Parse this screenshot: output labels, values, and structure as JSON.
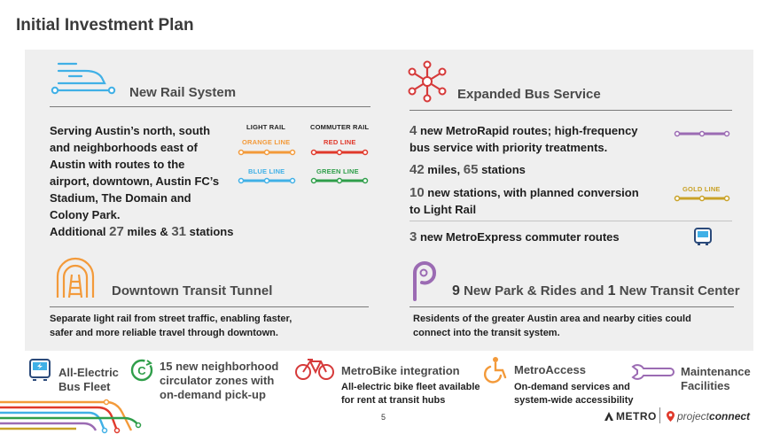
{
  "page": {
    "title": "Initial Investment Plan",
    "number": "5"
  },
  "colors": {
    "orange": "#f39a3a",
    "red": "#e0392b",
    "blue": "#40b0e6",
    "green": "#2f9e4a",
    "purple": "#9b6bb3",
    "gold": "#c9a227",
    "bus_red": "#d63a3a"
  },
  "rail": {
    "title": "New Rail System",
    "desc_lines": [
      "Serving Austin’s north, south",
      "and neighborhoods east of",
      "Austin with routes to the",
      "airport, downtown, Austin FC’s",
      "Stadium, The Domain and",
      "Colony Park."
    ],
    "additional_prefix": "Additional ",
    "miles": "27",
    "miles_suffix": " miles & ",
    "stations": "31",
    "stations_suffix": " stations",
    "light_rail_label": "LIGHT RAIL",
    "commuter_rail_label": "COMMUTER RAIL",
    "orange_line": "ORANGE LINE",
    "blue_line": "BLUE LINE",
    "red_line": "RED LINE",
    "green_line": "GREEN LINE"
  },
  "bus": {
    "title": "Expanded Bus Service",
    "line1_num": "4",
    "line1_rest": " new MetroRapid routes; high-frequency",
    "line1b": "bus service with priority treatments.",
    "miles_num": "42",
    "miles_text": " miles, ",
    "stations_num": "65",
    "stations_text": " stations",
    "line3_num": "10",
    "line3_rest": " new stations, with planned conversion",
    "line3b": "to Light Rail",
    "gold_line": "GOLD LINE",
    "line4_num": "3",
    "line4_rest": " new MetroExpress commuter routes"
  },
  "tunnel": {
    "title": "Downtown Transit Tunnel",
    "desc_lines": [
      "Separate light rail from street traffic, enabling faster,",
      "safer and more reliable travel through downtown."
    ]
  },
  "park": {
    "num1": "9",
    "text1": " New Park & Rides and ",
    "num2": "1",
    "text2": " New Transit Center",
    "desc_lines": [
      "Residents of the greater Austin area and nearby cities could",
      "connect into the transit system."
    ]
  },
  "features": {
    "fleet": {
      "line1": "All-Electric",
      "line2": "Bus Fleet"
    },
    "circulator": {
      "line1": "15 new neighborhood",
      "line2": "circulator zones with",
      "line3": "on-demand pick-up"
    },
    "metrobike": {
      "title": "MetroBike integration",
      "desc1": "All-electric bike fleet available",
      "desc2": "for rent at transit hubs"
    },
    "metroaccess": {
      "title": "MetroAccess",
      "desc1": "On-demand services and",
      "desc2": "system-wide accessibility"
    },
    "maintenance": {
      "line1": "Maintenance",
      "line2": "Facilities"
    }
  },
  "footer": {
    "metro": "METRO",
    "pc_prefix": "project",
    "pc_suffix": "connect"
  }
}
